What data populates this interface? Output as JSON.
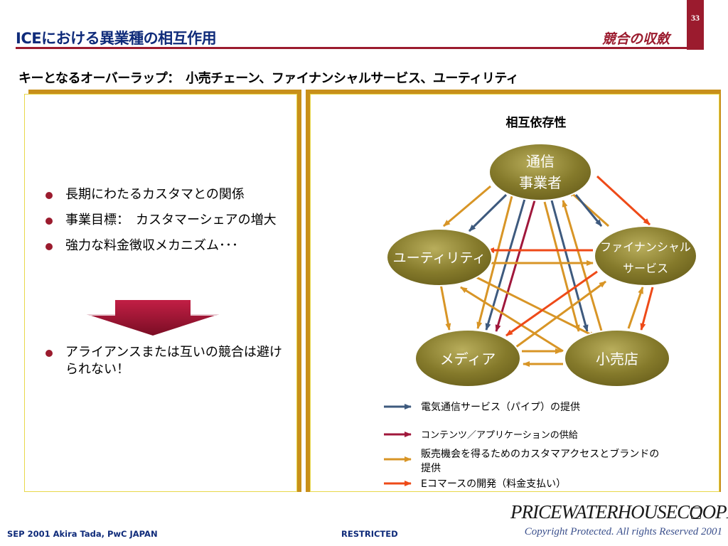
{
  "header": {
    "page_number": "33",
    "title": "ICEにおける異業種の相互作用",
    "section_label": "競合の収斂"
  },
  "subtitle": "キーとなるオーバーラップ：　小売チェーン、ファイナンシャルサービス、ユーティリティ",
  "left_panel": {
    "bullets_top": [
      "長期にわたるカスタマとの関係",
      "事業目標：　カスタマーシェアの増大",
      "強力な料金徴収メカニズム･･･"
    ],
    "bullets_bottom": [
      "アライアンスまたは互いの競合は避けられない！"
    ]
  },
  "diagram": {
    "title": "相互依存性",
    "nodes": {
      "telecom": [
        "通信",
        "事業者"
      ],
      "utility": "ユーティリティ",
      "financial": [
        "ファイナンシャル",
        "サービス"
      ],
      "media": "メディア",
      "retail": "小売店"
    },
    "legend": [
      {
        "label": "電気通信サービス（パイプ）の提供",
        "color": "#3e5a7e"
      },
      {
        "label": "コンテンツ／アプリケーションの供給",
        "color": "#a0173b"
      },
      {
        "label": "販売機会を得るためのカスタマアクセスとブランドの提供",
        "color": "#d89526"
      },
      {
        "label": "Eコマースの開発（料金支払い）",
        "color": "#ee4a18"
      }
    ],
    "colors": {
      "node_fill": "#7a6f22",
      "node_highlight": "#b9ae5c",
      "node_border": "#ffffff",
      "blue": "#3e5a7e",
      "crimson": "#a0173b",
      "gold": "#d89526",
      "orange": "#ee4a18"
    }
  },
  "footer": {
    "date": "SEP 2001  Akira Tada, PwC JAPAN",
    "restricted": "RESTRICTED",
    "logo": "PRICEWATERHOUSECOOPERS",
    "copyright": "Copyright Protected. All rights Reserved 2001"
  },
  "colors": {
    "title_blue": "#0f2b7a",
    "accent_red": "#9b1b2e",
    "panel_shadow": "#c8901a",
    "panel_border": "#e8d84a"
  }
}
